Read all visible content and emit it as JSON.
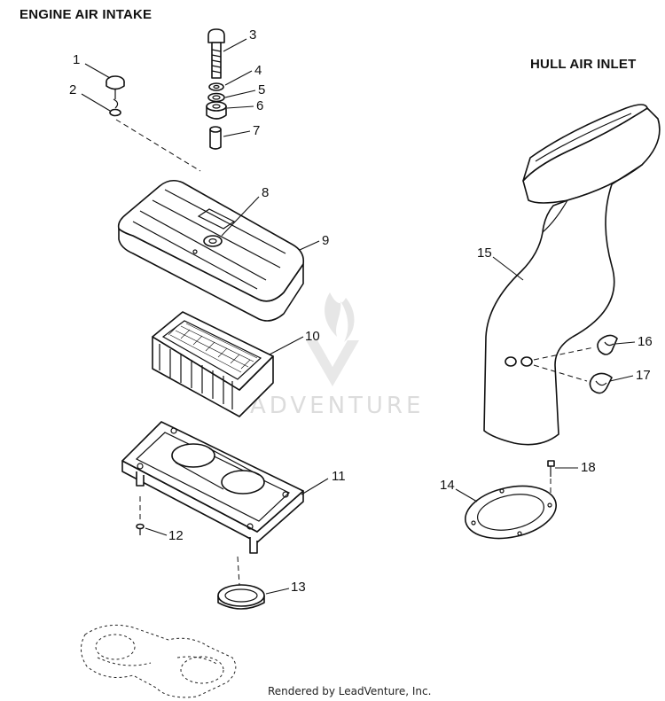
{
  "titles": {
    "engine": "ENGINE AIR INTAKE",
    "hull": "HULL AIR INLET"
  },
  "watermark": "ADVENTURE",
  "footer": "Rendered by LeadVenture, Inc.",
  "callouts": [
    "1",
    "2",
    "3",
    "4",
    "5",
    "6",
    "7",
    "8",
    "9",
    "10",
    "11",
    "12",
    "13",
    "14",
    "15",
    "16",
    "17",
    "18"
  ]
}
